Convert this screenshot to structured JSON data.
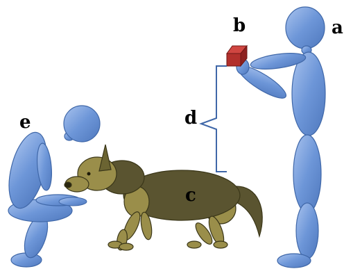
{
  "labels": {
    "a": "a",
    "b": "b",
    "c": "c",
    "d": "d",
    "e": "e"
  },
  "colors": {
    "figure_fill": "#6d96d8",
    "figure_stroke": "#3f67a8",
    "dog_body": "#5a5430",
    "dog_limb": "#9a8e4a",
    "dog_stroke": "#3a3618",
    "box": "#b2302c",
    "bracket": "#3f67a8"
  },
  "icons": [
    "standing-figure",
    "crouching-figure",
    "dog",
    "red-box",
    "distance-bracket"
  ]
}
